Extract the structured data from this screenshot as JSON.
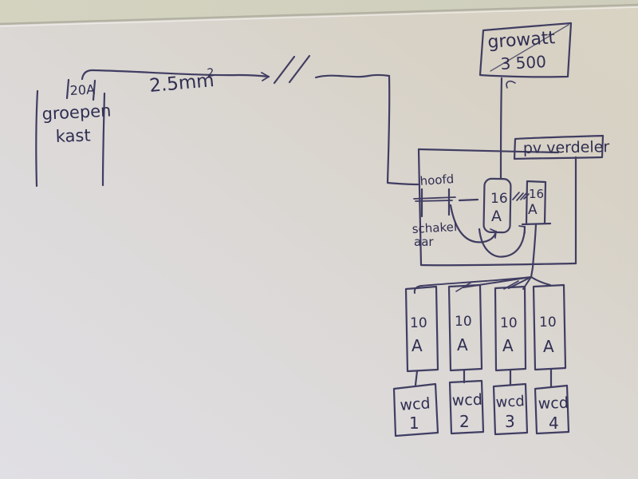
{
  "colors": {
    "pen": "#34325a",
    "pen_dark": "#2c2a4c",
    "paper_light": "#e2e1e6",
    "paper_mid": "#dcd9d8",
    "paper_warm": "#d6cfc1",
    "table": "#d2d1bf",
    "paper_edge": "#b2b1a2"
  },
  "inverter": {
    "name": "growatt",
    "model": "3 500"
  },
  "grid_cable": {
    "size": "2.5mm",
    "size_exponent": "2"
  },
  "main_panel": {
    "fuse": "20A",
    "name_line1": "groepen",
    "name_line2": "kast"
  },
  "pv_distributor": {
    "label": "pv verdeler"
  },
  "main_switch": {
    "word_top": "hoofd",
    "word_mid": "schakel",
    "word_bottom": "aar"
  },
  "dc_breakers": [
    {
      "amps": "16",
      "unit": "A"
    },
    {
      "amps": "16",
      "unit": "A"
    }
  ],
  "group_breakers": [
    {
      "amps": "10",
      "unit": "A"
    },
    {
      "amps": "10",
      "unit": "A"
    },
    {
      "amps": "10",
      "unit": "A"
    },
    {
      "amps": "10",
      "unit": "A"
    }
  ],
  "sockets": [
    {
      "label": "wcd",
      "number": "1"
    },
    {
      "label": "wcd",
      "number": "2"
    },
    {
      "label": "wcd",
      "number": "3"
    },
    {
      "label": "wcd",
      "number": "4"
    }
  ]
}
